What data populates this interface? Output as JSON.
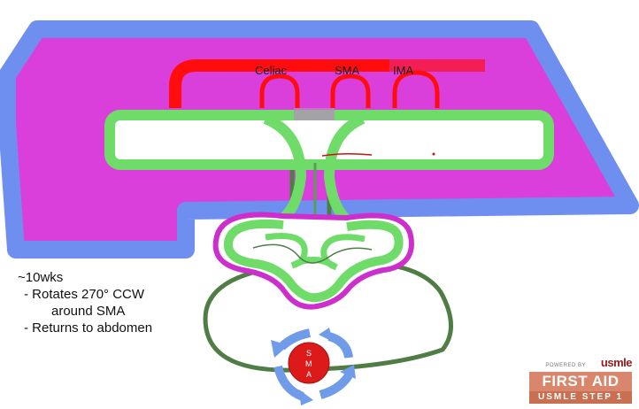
{
  "diagram": {
    "vessel_labels": {
      "celiac": "Celiac",
      "sma": "SMA",
      "ima": "IMA"
    },
    "sma_node_letters": [
      "S",
      "M",
      "A"
    ]
  },
  "notes": {
    "line1": "~10wks",
    "line2": "- Rotates 270° CCW",
    "line3": "around SMA",
    "line4": "- Returns to abdomen"
  },
  "logo": {
    "powered_by": "POWERED BY",
    "brand": "usmle",
    "title": "FIRST AID",
    "subtitle": "USMLE STEP 1"
  },
  "colors": {
    "abdomen_outline": "#6f8ff0",
    "abdomen_fill": "#db3fdb",
    "artery_red": "#ff0d0d",
    "gut_green": "#6fdc6a",
    "loop_dark_green": "#4f7d45",
    "rotation_arrow": "#6f9be8",
    "sma_node": "#dd1a1a"
  }
}
